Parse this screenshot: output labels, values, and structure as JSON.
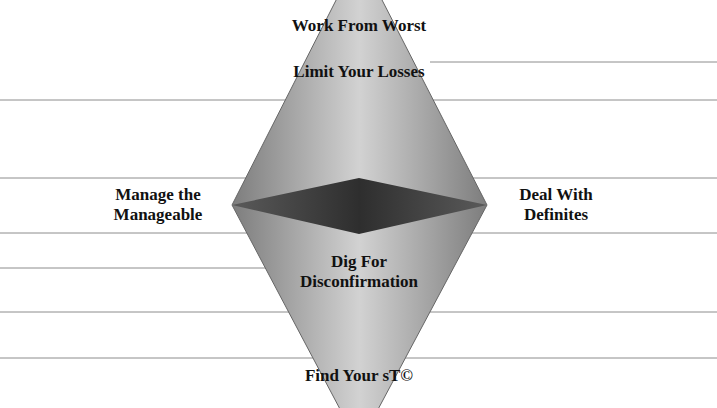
{
  "diagram": {
    "nodes": [
      {
        "text": [
          "Work From Worst",
          "Limit Your Losses",
          "Dig For Disconfirmation",
          "Find Your sT©"
        ]
      }
    ],
    "labels": [
      "Manage the Manageable",
      "Deal With Definites"
    ]
  }
}
